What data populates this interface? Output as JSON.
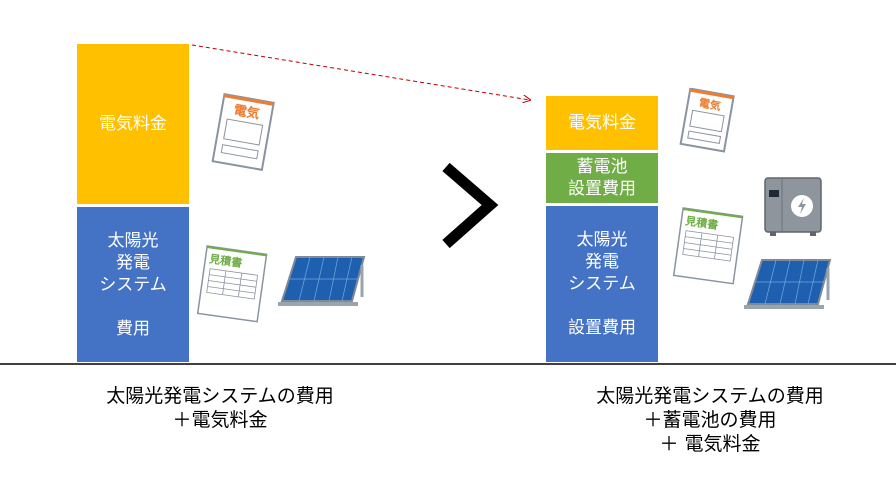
{
  "left": {
    "electricity": "電気料金",
    "solar": [
      "太陽光",
      "発電",
      "システム",
      "",
      "費用"
    ],
    "caption": [
      "太陽光発電システムの費用",
      "＋電気料金"
    ]
  },
  "right": {
    "electricity": "電気料金",
    "battery": [
      "蓄電池",
      "設置費用"
    ],
    "solar": [
      "太陽光",
      "発電",
      "システム",
      "",
      "設置費用"
    ],
    "caption": [
      "太陽光発電システムの費用",
      "＋蓄電池の費用",
      "＋ 電気料金"
    ]
  },
  "icons": {
    "bill_label": "電気",
    "estimate_label": "見積書"
  },
  "colors": {
    "electricity": "#ffc000",
    "solar": "#4472c4",
    "battery": "#70ad47",
    "arrow": "#c00000"
  }
}
